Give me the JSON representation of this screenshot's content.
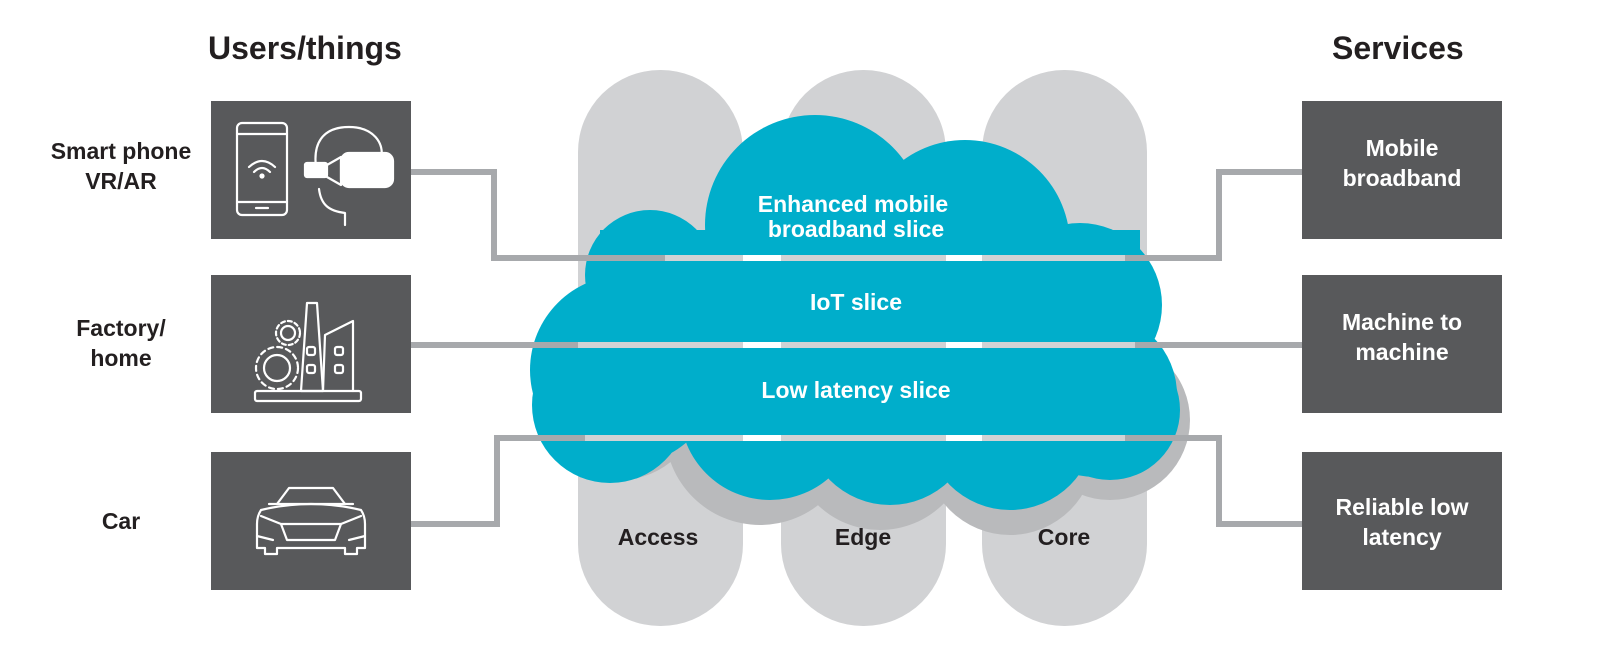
{
  "headings": {
    "left": "Users/things",
    "right": "Services"
  },
  "users": [
    {
      "label": "Smart phone\nVR/AR",
      "icon": "smartphone-vr-headset-icon"
    },
    {
      "label": "Factory/\nhome",
      "icon": "factory-gears-icon"
    },
    {
      "label": "Car",
      "icon": "car-icon"
    }
  ],
  "services": [
    {
      "label": "Mobile\nbroadband"
    },
    {
      "label": "Machine to\nmachine"
    },
    {
      "label": "Reliable low\nlatency"
    }
  ],
  "network_domains": [
    "Access",
    "Edge",
    "Core"
  ],
  "slices": [
    {
      "line1": "Enhanced mobile",
      "line2": "broadband slice"
    },
    {
      "line1": "IoT slice",
      "line2": ""
    },
    {
      "line1": "Low latency slice",
      "line2": ""
    }
  ],
  "colors": {
    "cloud": "#00aecb",
    "box": "#58595b",
    "pillar": "#d1d2d4",
    "connector": "#a7a9ac",
    "text_dark": "#231f20"
  }
}
